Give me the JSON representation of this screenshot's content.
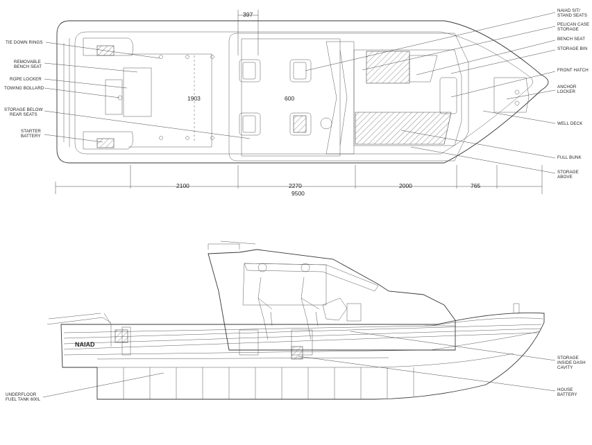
{
  "brand": "NAIAD",
  "plan_labels_left": [
    {
      "id": "tie-down-rings",
      "lines": [
        "TIE DOWN RINGS"
      ]
    },
    {
      "id": "removable-bench-seat",
      "lines": [
        "REMOVABLE",
        "BENCH SEAT"
      ]
    },
    {
      "id": "rope-locker",
      "lines": [
        "ROPE LOCKER"
      ]
    },
    {
      "id": "towing-bollard",
      "lines": [
        "TOWING BOLLARD"
      ]
    },
    {
      "id": "storage-below-rear-seats",
      "lines": [
        "STORAGE BELOW",
        "REAR SEATS"
      ]
    },
    {
      "id": "starter-battery",
      "lines": [
        "STARTER",
        "BATTERY"
      ]
    }
  ],
  "plan_labels_right": [
    {
      "id": "naiad-sit-stand-seats",
      "lines": [
        "NAIAD SIT/",
        "STAND SEATS"
      ]
    },
    {
      "id": "pelican-case-storage",
      "lines": [
        "PELICAN CASE",
        "STORAGE"
      ]
    },
    {
      "id": "bench-seat",
      "lines": [
        "BENCH SEAT"
      ]
    },
    {
      "id": "storage-bin",
      "lines": [
        "STORAGE BIN"
      ]
    },
    {
      "id": "front-hatch",
      "lines": [
        "FRONT HATCH"
      ]
    },
    {
      "id": "anchor-locker",
      "lines": [
        "ANCHOR",
        "LOCKER"
      ]
    },
    {
      "id": "well-deck",
      "lines": [
        "WELL DECK"
      ]
    },
    {
      "id": "full-bunk",
      "lines": [
        "FULL BUNK"
      ]
    },
    {
      "id": "storage-above",
      "lines": [
        "STORAGE",
        "ABOVE"
      ]
    }
  ],
  "dimensions": {
    "top": "397",
    "beam_aft": "1903",
    "beam_mid": "600",
    "segments": [
      "2100",
      "2270",
      "2000",
      "765"
    ],
    "overall": "9500"
  },
  "profile_labels": [
    {
      "id": "storage-inside-dash-cavity",
      "lines": [
        "STORAGE",
        "INSIDE DASH",
        "CAVITY"
      ]
    },
    {
      "id": "house-battery",
      "lines": [
        "HOUSE",
        "BATTERY"
      ]
    },
    {
      "id": "underfloor-fuel-tank",
      "lines": [
        "UNDERFLOOR",
        "FUEL TANK 600L"
      ]
    }
  ]
}
